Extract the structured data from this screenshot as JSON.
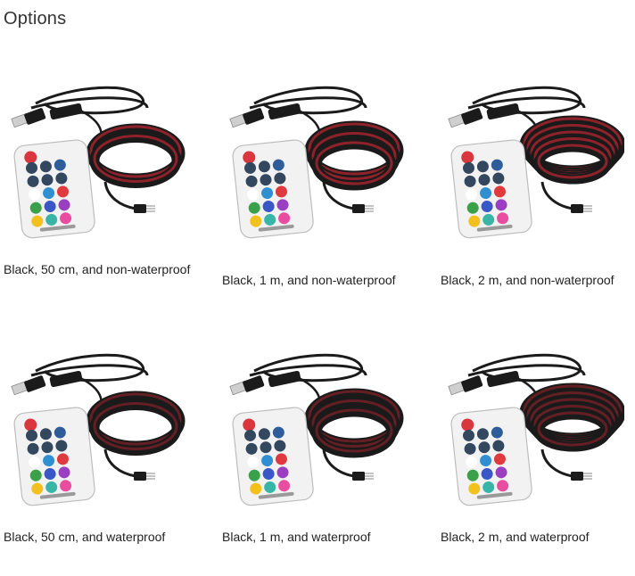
{
  "section": {
    "title": "Options"
  },
  "options": [
    {
      "label": "Black, 50 cm, and non-waterproof",
      "length": "50 cm",
      "waterproof": false,
      "coil_loops": 2
    },
    {
      "label": "Black, 1 m, and non-waterproof",
      "length": "1 m",
      "waterproof": false,
      "coil_loops": 3
    },
    {
      "label": "Black, 2 m, and non-waterproof",
      "length": "2 m",
      "waterproof": false,
      "coil_loops": 5
    },
    {
      "label": "Black, 50 cm, and waterproof",
      "length": "50 cm",
      "waterproof": true,
      "coil_loops": 2
    },
    {
      "label": "Black, 1 m, and waterproof",
      "length": "1 m",
      "waterproof": true,
      "coil_loops": 3
    },
    {
      "label": "Black, 2 m, and waterproof",
      "length": "2 m",
      "waterproof": true,
      "coil_loops": 5
    }
  ],
  "colors": {
    "strip": "#1a1a1a",
    "strip_glow": "#a3242f",
    "remote_body": "#f2f2f2",
    "remote_red_button": "#d9363e",
    "remote_keys": "#33475e"
  }
}
